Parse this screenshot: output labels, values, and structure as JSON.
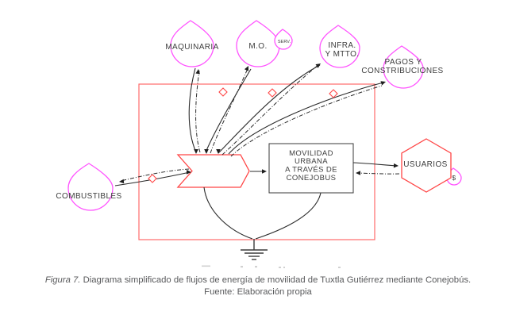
{
  "nodes": {
    "maquinaria": {
      "label": "MAQUINARIA"
    },
    "mano_de_obra": {
      "label": "M.O."
    },
    "servicios": {
      "label": "SERV."
    },
    "infraestructura": {
      "line1": "INFRA.",
      "line2": "Y MTTO."
    },
    "pagos": {
      "line1": "PAGOS Y",
      "line2": "CONSTRIBUCIONES"
    },
    "combustibles": {
      "label": "COMBUSTIBLES"
    },
    "usuarios": {
      "label": "USUARIOS"
    },
    "dinero": {
      "label": "$"
    },
    "proceso": {
      "line1": "MOVILIDAD",
      "line2": "URBANA",
      "line3": "A TRAVÉS DE",
      "line4": "CONEJOBUS"
    }
  },
  "caption": {
    "figure_label": "Figura 7.",
    "description": " Diagrama simplificado de flujos de energía de movilidad de Tuxtla Gutiérrez mediante Conejobús.",
    "source": "Fuente: Elaboración propia"
  },
  "colors": {
    "source_outline_magenta": "#ff52ff",
    "system_red": "#ff4646",
    "boundary_red": "#ff6b6b",
    "flow_black": "#2b2b2b",
    "label_text": "#3d3d3d",
    "caption_text": "#58595b"
  }
}
